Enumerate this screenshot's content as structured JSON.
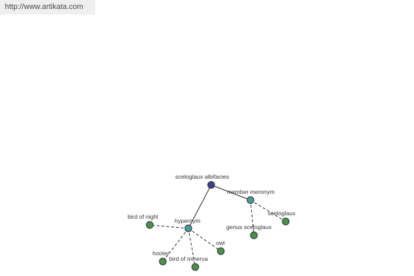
{
  "header": {
    "url_text": "http://www.artikata.com"
  },
  "colors": {
    "root": "#3f3f8f",
    "relation": "#4a9a9a",
    "leaf": "#4c8f4c"
  },
  "graph": {
    "nodes": [
      {
        "id": "root",
        "label": "sceloglaux albifacies",
        "kind": "root"
      },
      {
        "id": "member-meronym",
        "label": "member meronym",
        "kind": "relation"
      },
      {
        "id": "hypernym",
        "label": "hypernym",
        "kind": "relation"
      },
      {
        "id": "sceloglaux",
        "label": "sceloglaux",
        "kind": "leaf"
      },
      {
        "id": "genus-sceloglaux",
        "label": "genus sceloglaux",
        "kind": "leaf"
      },
      {
        "id": "bird-of-night",
        "label": "bird of night",
        "kind": "leaf"
      },
      {
        "id": "owl",
        "label": "owl",
        "kind": "leaf"
      },
      {
        "id": "hooter",
        "label": "hooter",
        "kind": "leaf"
      },
      {
        "id": "bird-of-minerva",
        "label": "bird of minerva",
        "kind": "leaf"
      }
    ],
    "edges": [
      {
        "from": "root",
        "to": "member-meronym",
        "style": "solid"
      },
      {
        "from": "root",
        "to": "hypernym",
        "style": "solid"
      },
      {
        "from": "member-meronym",
        "to": "sceloglaux",
        "style": "dashed"
      },
      {
        "from": "member-meronym",
        "to": "genus-sceloglaux",
        "style": "dashed"
      },
      {
        "from": "hypernym",
        "to": "bird-of-night",
        "style": "dashed"
      },
      {
        "from": "hypernym",
        "to": "owl",
        "style": "dashed"
      },
      {
        "from": "hypernym",
        "to": "hooter",
        "style": "dashed"
      },
      {
        "from": "hypernym",
        "to": "bird-of-minerva",
        "style": "dashed"
      }
    ]
  }
}
